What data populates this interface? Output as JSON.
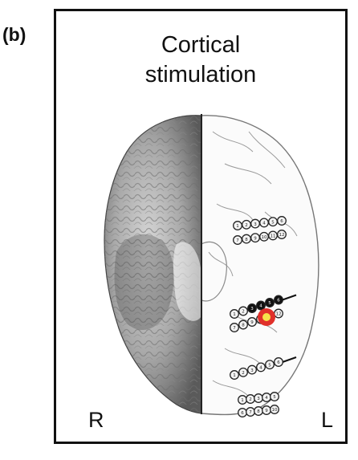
{
  "panel_label": "(b)",
  "title": {
    "line1": "Cortical",
    "line2": "stimulation"
  },
  "hemisphere_labels": {
    "right": "R",
    "left": "L"
  },
  "colors": {
    "frame": "#111111",
    "stimulation_outer": "#e0302a",
    "stimulation_inner": "#f6e34a",
    "electrode_active": "#111111",
    "electrode_inactive": "#f4f4f4"
  },
  "electrode_strips": [
    {
      "name": "strip-1",
      "labels": [
        "1",
        "2",
        "3",
        "4",
        "5",
        "6",
        "7",
        "8",
        "9",
        "10",
        "11",
        "12"
      ]
    },
    {
      "name": "strip-2",
      "labels": [
        "1",
        "2",
        "3",
        "4",
        "5",
        "6",
        "7",
        "8",
        "9",
        "10",
        "11",
        "12"
      ]
    },
    {
      "name": "strip-3",
      "labels": [
        "1",
        "2",
        "3",
        "4",
        "5",
        "6"
      ]
    },
    {
      "name": "strip-4",
      "labels": [
        "1",
        "2",
        "3",
        "4",
        "5",
        "6",
        "7",
        "8",
        "9",
        "10"
      ]
    }
  ]
}
